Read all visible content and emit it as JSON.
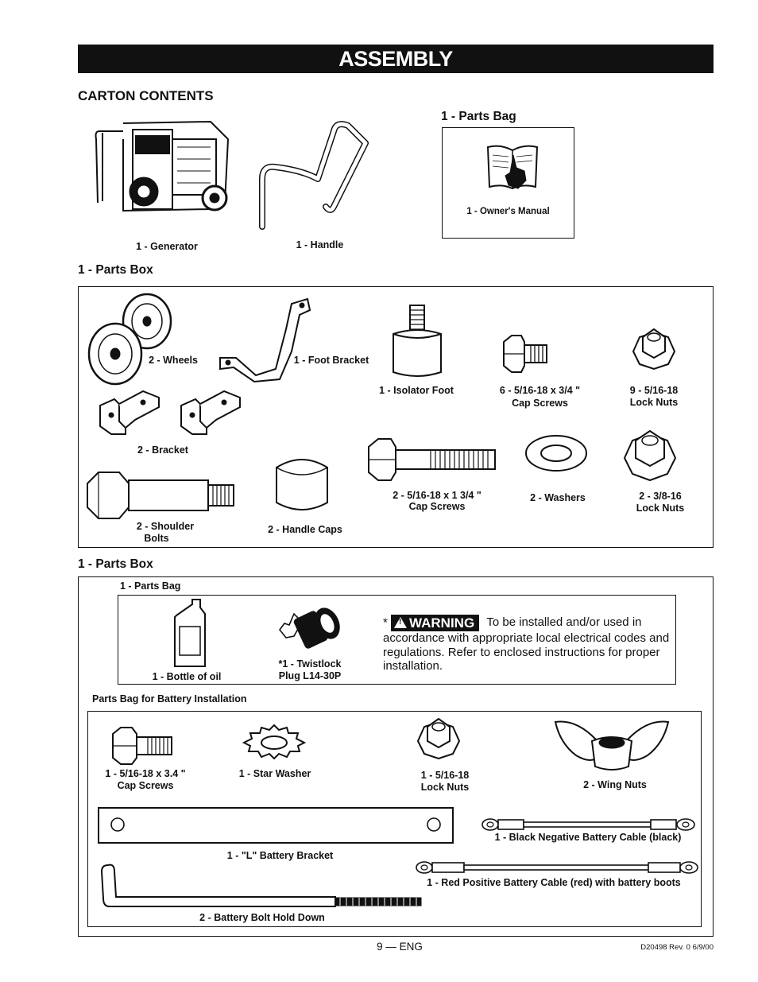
{
  "header": {
    "title": "ASSEMBLY"
  },
  "carton": {
    "heading": "CARTON CONTENTS",
    "generator": "1 - Generator",
    "handle": "1 - Handle",
    "parts_bag_title": "1 - Parts Bag",
    "manual": "1 - Owner's Manual"
  },
  "box1": {
    "title": "1 - Parts Box",
    "wheels": "2 - Wheels",
    "foot_bracket": "1 - Foot Bracket",
    "isolator": "1 - Isolator Foot",
    "cap_screws_a_1": "6 - 5/16-18 x 3/4 \"",
    "cap_screws_a_2": "Cap Screws",
    "lock_nuts_a_1": "9 - 5/16-18",
    "lock_nuts_a_2": "Lock Nuts",
    "bracket": "2 - Bracket",
    "shoulder_1": "2 - Shoulder",
    "shoulder_2": "Bolts",
    "handle_caps": "2 - Handle Caps",
    "cap_screws_b_1": "2 - 5/16-18 x 1 3/4 \"",
    "cap_screws_b_2": "Cap Screws",
    "washers": "2 - Washers",
    "lock_nuts_b_1": "2 - 3/8-16",
    "lock_nuts_b_2": "Lock Nuts"
  },
  "box2": {
    "title": "1 - Parts Box",
    "bag_title": "1 - Parts Bag",
    "oil": "1 - Bottle of oil",
    "plug_1": "*1 - Twistlock",
    "plug_2": "Plug L14-30P",
    "warning_star": "*",
    "warning_badge": "WARNING",
    "warning_lead": "To be installed and/or used in",
    "warning_rest": "accordance with appropriate local electrical codes and regulations.  Refer to enclosed instructions for proper installation.",
    "battery_title": "Parts Bag for Battery Installation",
    "bat_screws_1": "1 - 5/16-18 x 3.4 \"",
    "bat_screws_2": "Cap Screws",
    "star_washer": "1 - Star Washer",
    "bat_nuts_1": "1 - 5/16-18",
    "bat_nuts_2": "Lock Nuts",
    "wing_nuts": "2 - Wing Nuts",
    "black_cable": "1 - Black Negative Battery Cable (black)",
    "l_bracket": "1 - \"L\" Battery Bracket",
    "red_cable": "1 - Red Positive Battery Cable (red) with battery boots",
    "hold_down": "2 - Battery Bolt Hold Down"
  },
  "footer": {
    "page": "9 — ENG",
    "code": "D20498  Rev. 0 6/9/00"
  }
}
